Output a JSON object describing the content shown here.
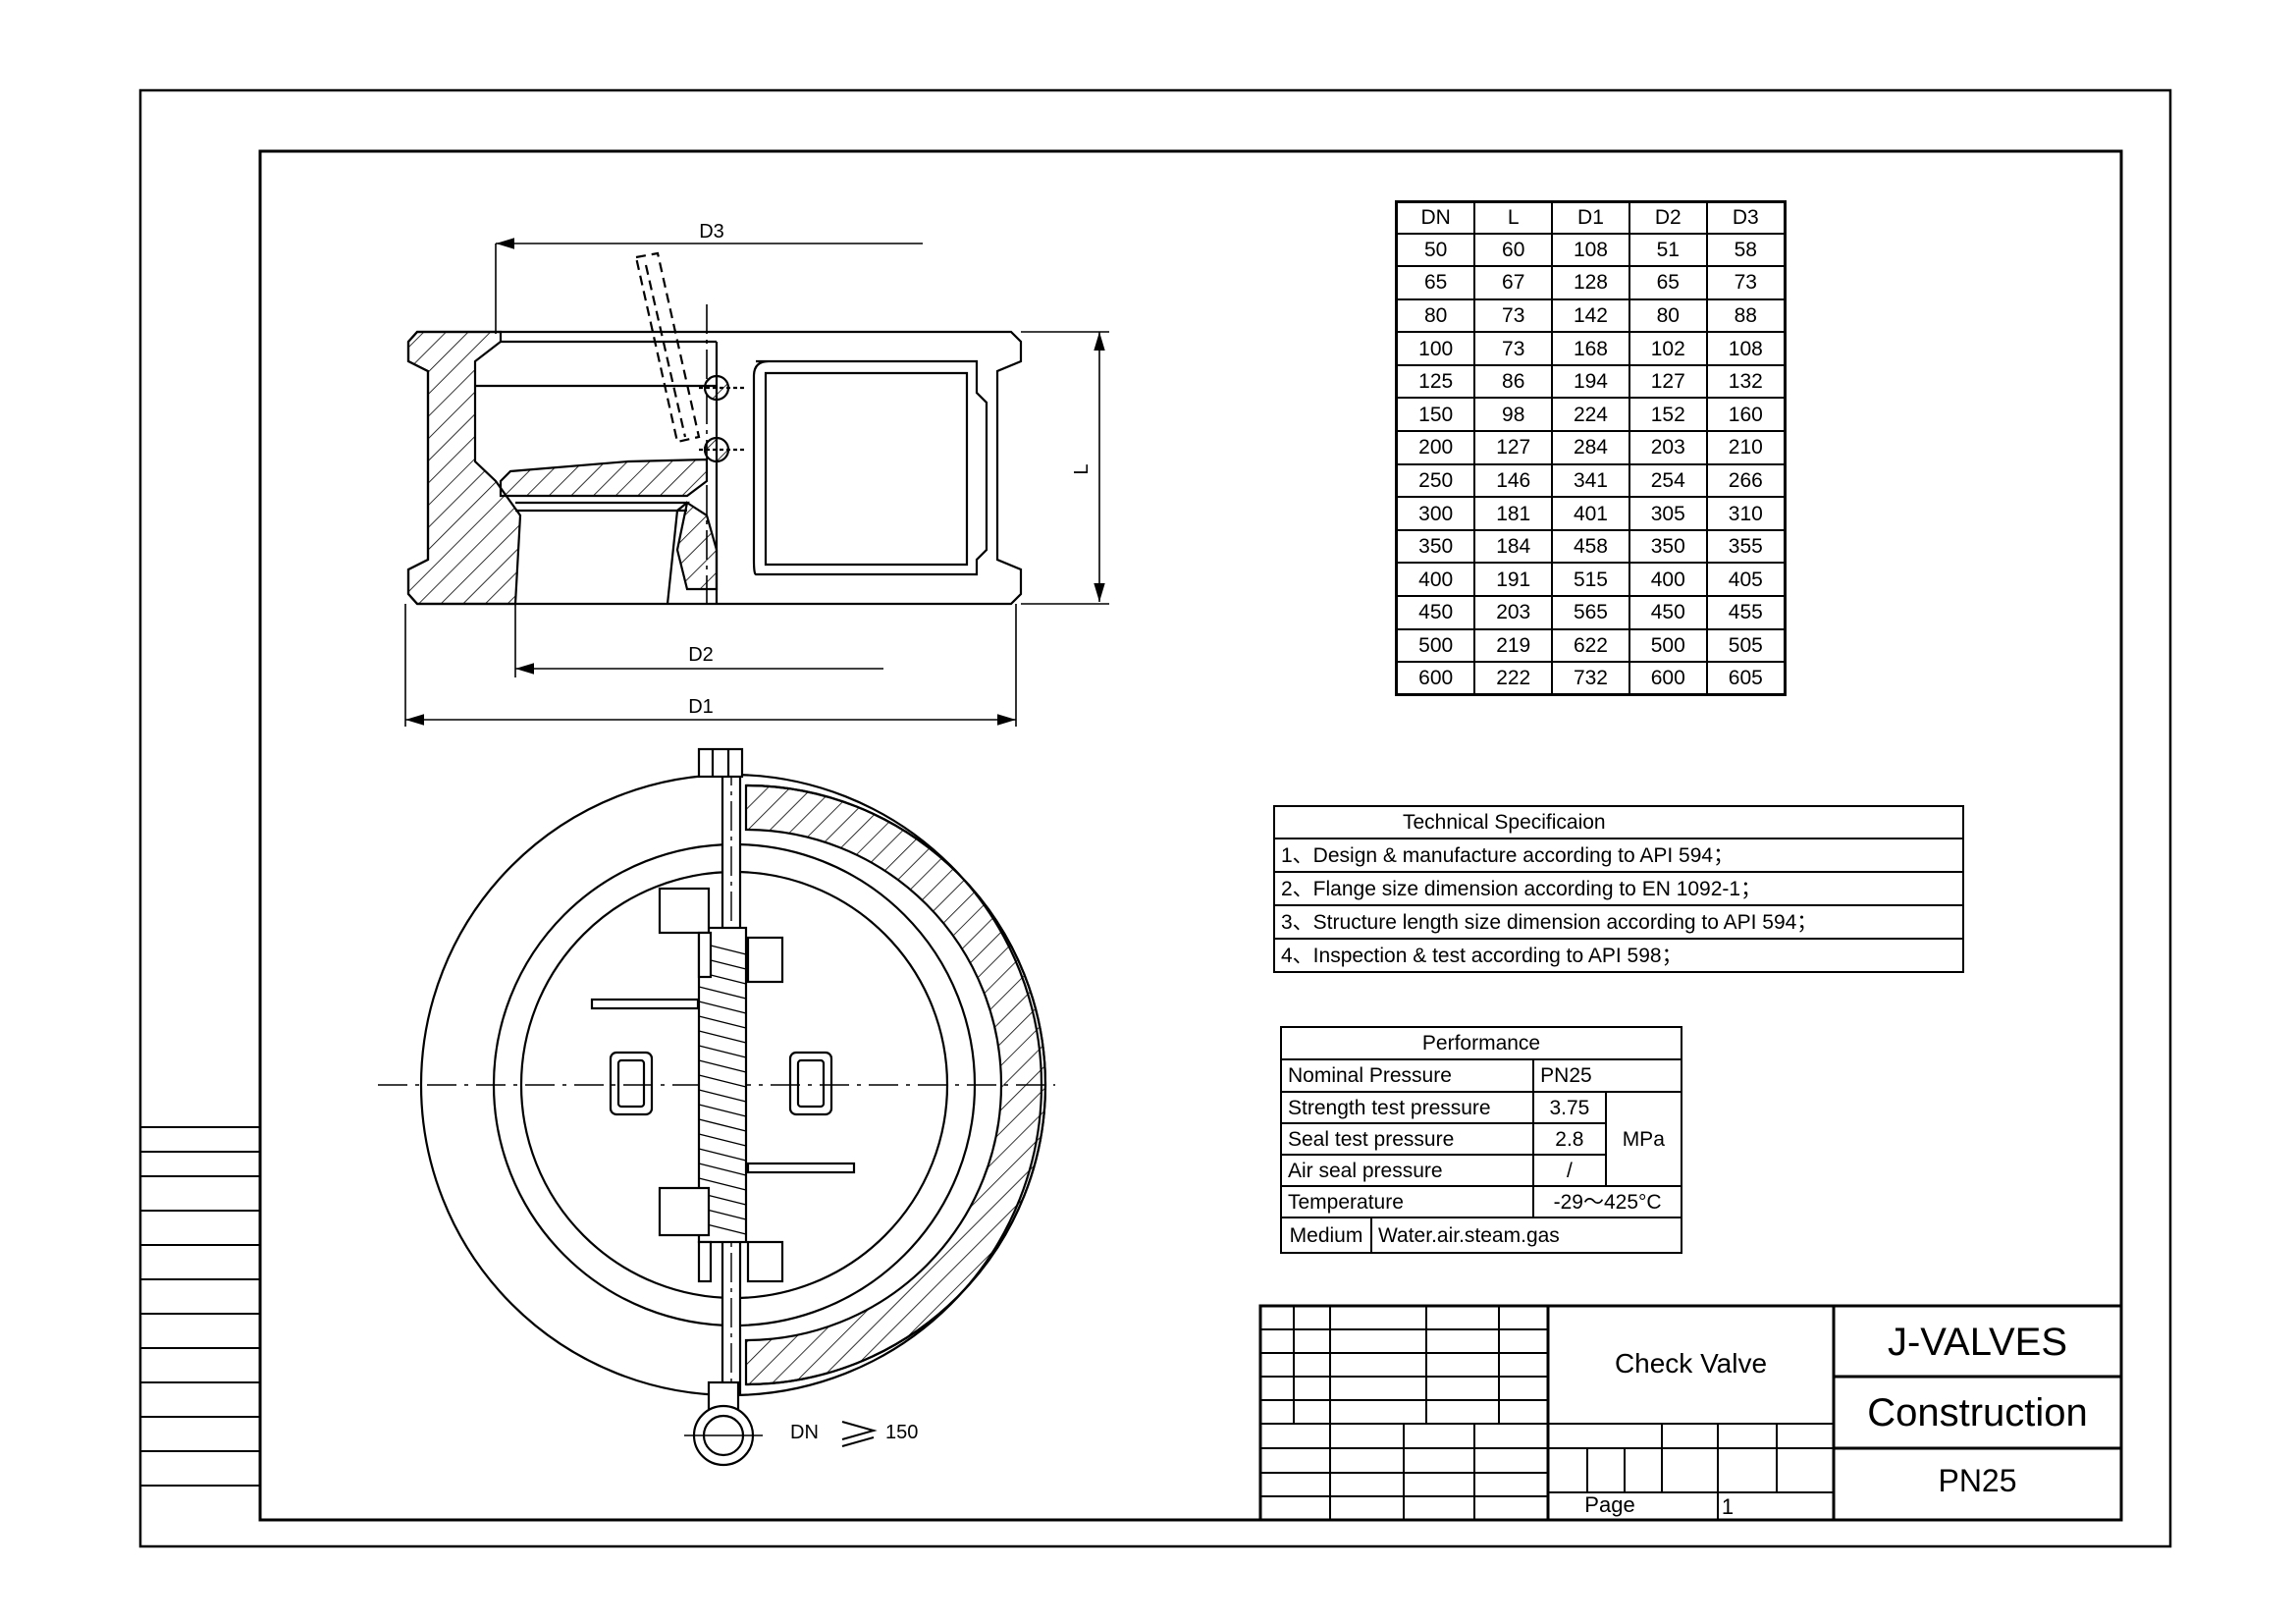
{
  "dimensions": {
    "headers": [
      "DN",
      "L",
      "D1",
      "D2",
      "D3"
    ],
    "rows": [
      [
        "50",
        "60",
        "108",
        "51",
        "58"
      ],
      [
        "65",
        "67",
        "128",
        "65",
        "73"
      ],
      [
        "80",
        "73",
        "142",
        "80",
        "88"
      ],
      [
        "100",
        "73",
        "168",
        "102",
        "108"
      ],
      [
        "125",
        "86",
        "194",
        "127",
        "132"
      ],
      [
        "150",
        "98",
        "224",
        "152",
        "160"
      ],
      [
        "200",
        "127",
        "284",
        "203",
        "210"
      ],
      [
        "250",
        "146",
        "341",
        "254",
        "266"
      ],
      [
        "300",
        "181",
        "401",
        "305",
        "310"
      ],
      [
        "350",
        "184",
        "458",
        "350",
        "355"
      ],
      [
        "400",
        "191",
        "515",
        "400",
        "405"
      ],
      [
        "450",
        "203",
        "565",
        "450",
        "455"
      ],
      [
        "500",
        "219",
        "622",
        "500",
        "505"
      ],
      [
        "600",
        "222",
        "732",
        "600",
        "605"
      ]
    ]
  },
  "technical": {
    "title": "Technical Specificaion",
    "items": [
      "1、Design & manufacture according to API 594；",
      "2、Flange size dimension according to EN 1092-1；",
      "3、Structure length size dimension according to API 594；",
      "4、Inspection & test according to API 598；"
    ]
  },
  "performance": {
    "title": "Performance",
    "nominal_label": "Nominal Pressure",
    "nominal_value": "PN25",
    "strength_label": "Strength test pressure",
    "strength_value": "3.75",
    "seal_label": "Seal test pressure",
    "seal_value": "2.8",
    "air_label": "Air seal pressure",
    "air_value": "/",
    "unit": "MPa",
    "temp_label": "Temperature",
    "temp_value": "-29～425°C",
    "medium_label": "Medium",
    "medium_value": "Water.air.steam.gas"
  },
  "title_block": {
    "product": "Check Valve",
    "company": "J-VALVES",
    "doc_type": "Construction",
    "pressure": "PN25",
    "page_label": "Page",
    "page_number": "1"
  },
  "labels": {
    "d3": "D3",
    "d2": "D2",
    "d1": "D1",
    "l": "L",
    "dn_note_prefix": "DN",
    "dn_note_value": "150"
  }
}
